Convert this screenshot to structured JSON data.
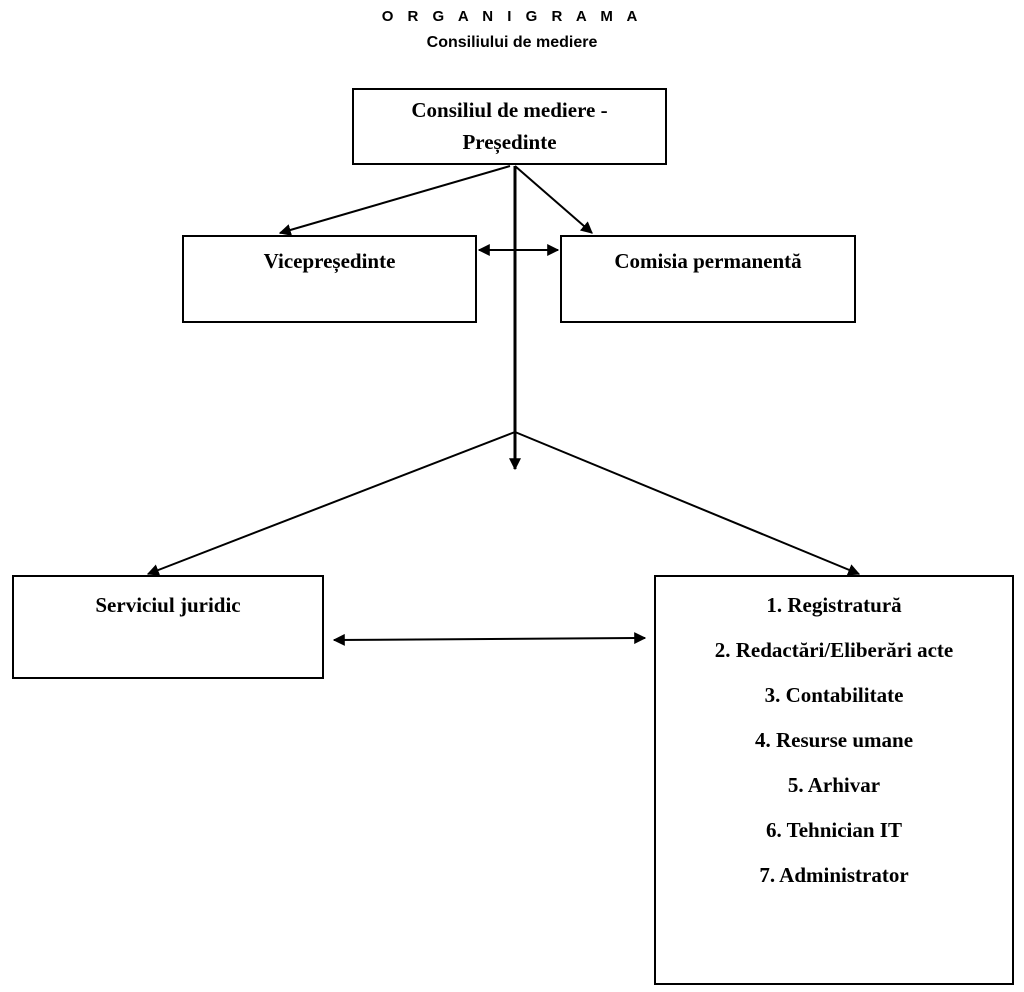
{
  "header": {
    "title": "O R G A N I G R A M A",
    "subtitle": "Consiliului de mediere"
  },
  "boxes": {
    "president": {
      "line1": "Consiliul de mediere -",
      "line2": "Președinte"
    },
    "vicepresident": "Vicepreședinte",
    "permanent_commission": "Comisia permanentă",
    "legal_service": "Serviciul juridic",
    "units": [
      "1. Registratură",
      "2. Redactări/Eliberări acte",
      "3. Contabilitate",
      "4. Resurse umane",
      "5. Arhivar",
      "6. Tehnician IT",
      "7. Administrator"
    ]
  }
}
